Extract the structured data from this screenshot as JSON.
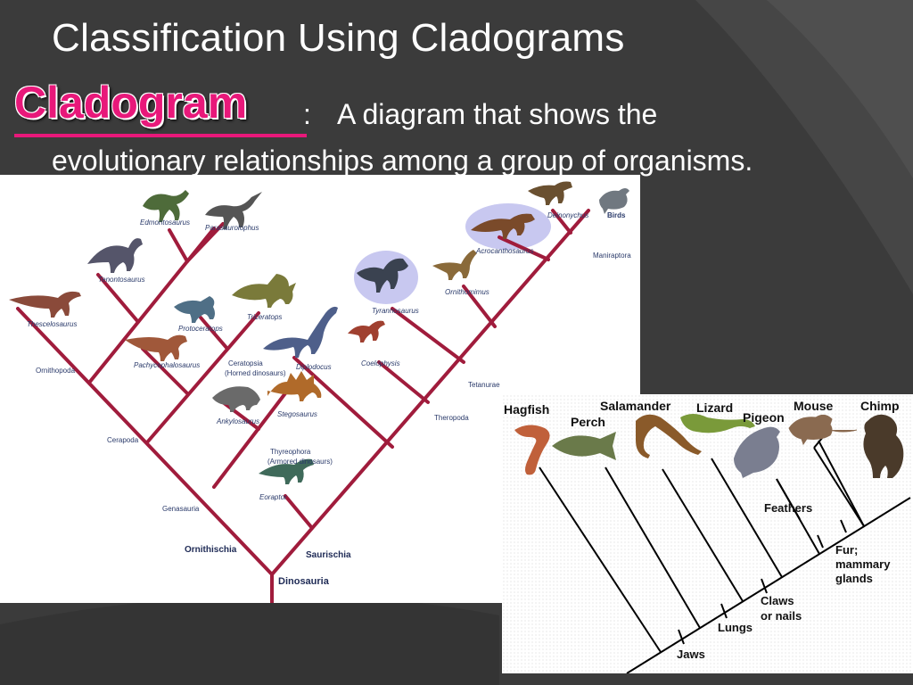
{
  "slide": {
    "title": "Classification Using Cladograms",
    "term": "Cladogram",
    "colon": ":",
    "definition_line1": "A diagram that shows the",
    "definition_line2": "evolutionary relationships among a group of organisms."
  },
  "dinosaur_cladogram": {
    "root": "Dinosauria",
    "branches": [
      "Ornithischia",
      "Saurischia"
    ],
    "clades": [
      "Genasauria",
      "Cerapoda",
      "Ornithopoda",
      "Ceratopsia",
      "(Horned dinosaurs)",
      "Thyreophora",
      "(Armored dinosaurs)",
      "Theropoda",
      "Tetanurae",
      "Maniraptora"
    ],
    "taxa": [
      "Edmontosaurus",
      "Parasaurolophus",
      "Tenontosaurus",
      "Thescelosaurus",
      "Protoceratops",
      "Triceratops",
      "Pachycephalosaurus",
      "Ankylosaurus",
      "Stegosaurus",
      "Eoraptor",
      "Diplodocus",
      "Coelophysis",
      "Tyrannosaurus",
      "Ornithomimus",
      "Acrocanthosaurus",
      "Deinonychus",
      "Birds"
    ]
  },
  "vertebrate_cladogram": {
    "taxa": [
      "Hagfish",
      "Perch",
      "Salamander",
      "Lizard",
      "Pigeon",
      "Mouse",
      "Chimp"
    ],
    "traits": [
      "Jaws",
      "Lungs",
      "Claws",
      "or nails",
      "Feathers",
      "Fur;",
      "mammary",
      "glands"
    ]
  },
  "colors": {
    "background": "#3a3a3a",
    "term": "#e8187a",
    "branch": "#a01c3c",
    "highlight": "#c8c8f0"
  }
}
